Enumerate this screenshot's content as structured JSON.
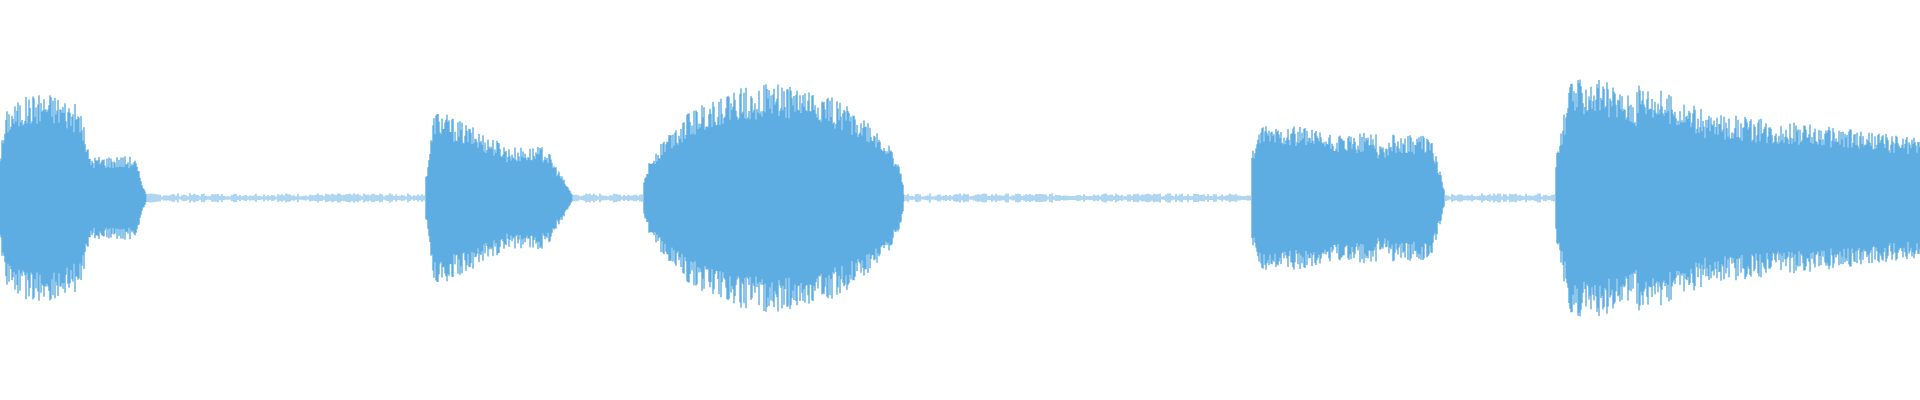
{
  "waveform": {
    "color": "#5DADE2",
    "background": "#FFFFFF",
    "segments": [
      {
        "shape": "bell-then-shoulder",
        "peak": 0.8
      },
      {
        "shape": "decay-then-shoulder",
        "peak": 0.7
      },
      {
        "shape": "dome",
        "peak": 0.86
      },
      {
        "shape": "plateau-with-notch",
        "peak": 0.56
      },
      {
        "shape": "long-decay-tail",
        "peak": 0.9
      }
    ],
    "silence_level": 0.03
  }
}
